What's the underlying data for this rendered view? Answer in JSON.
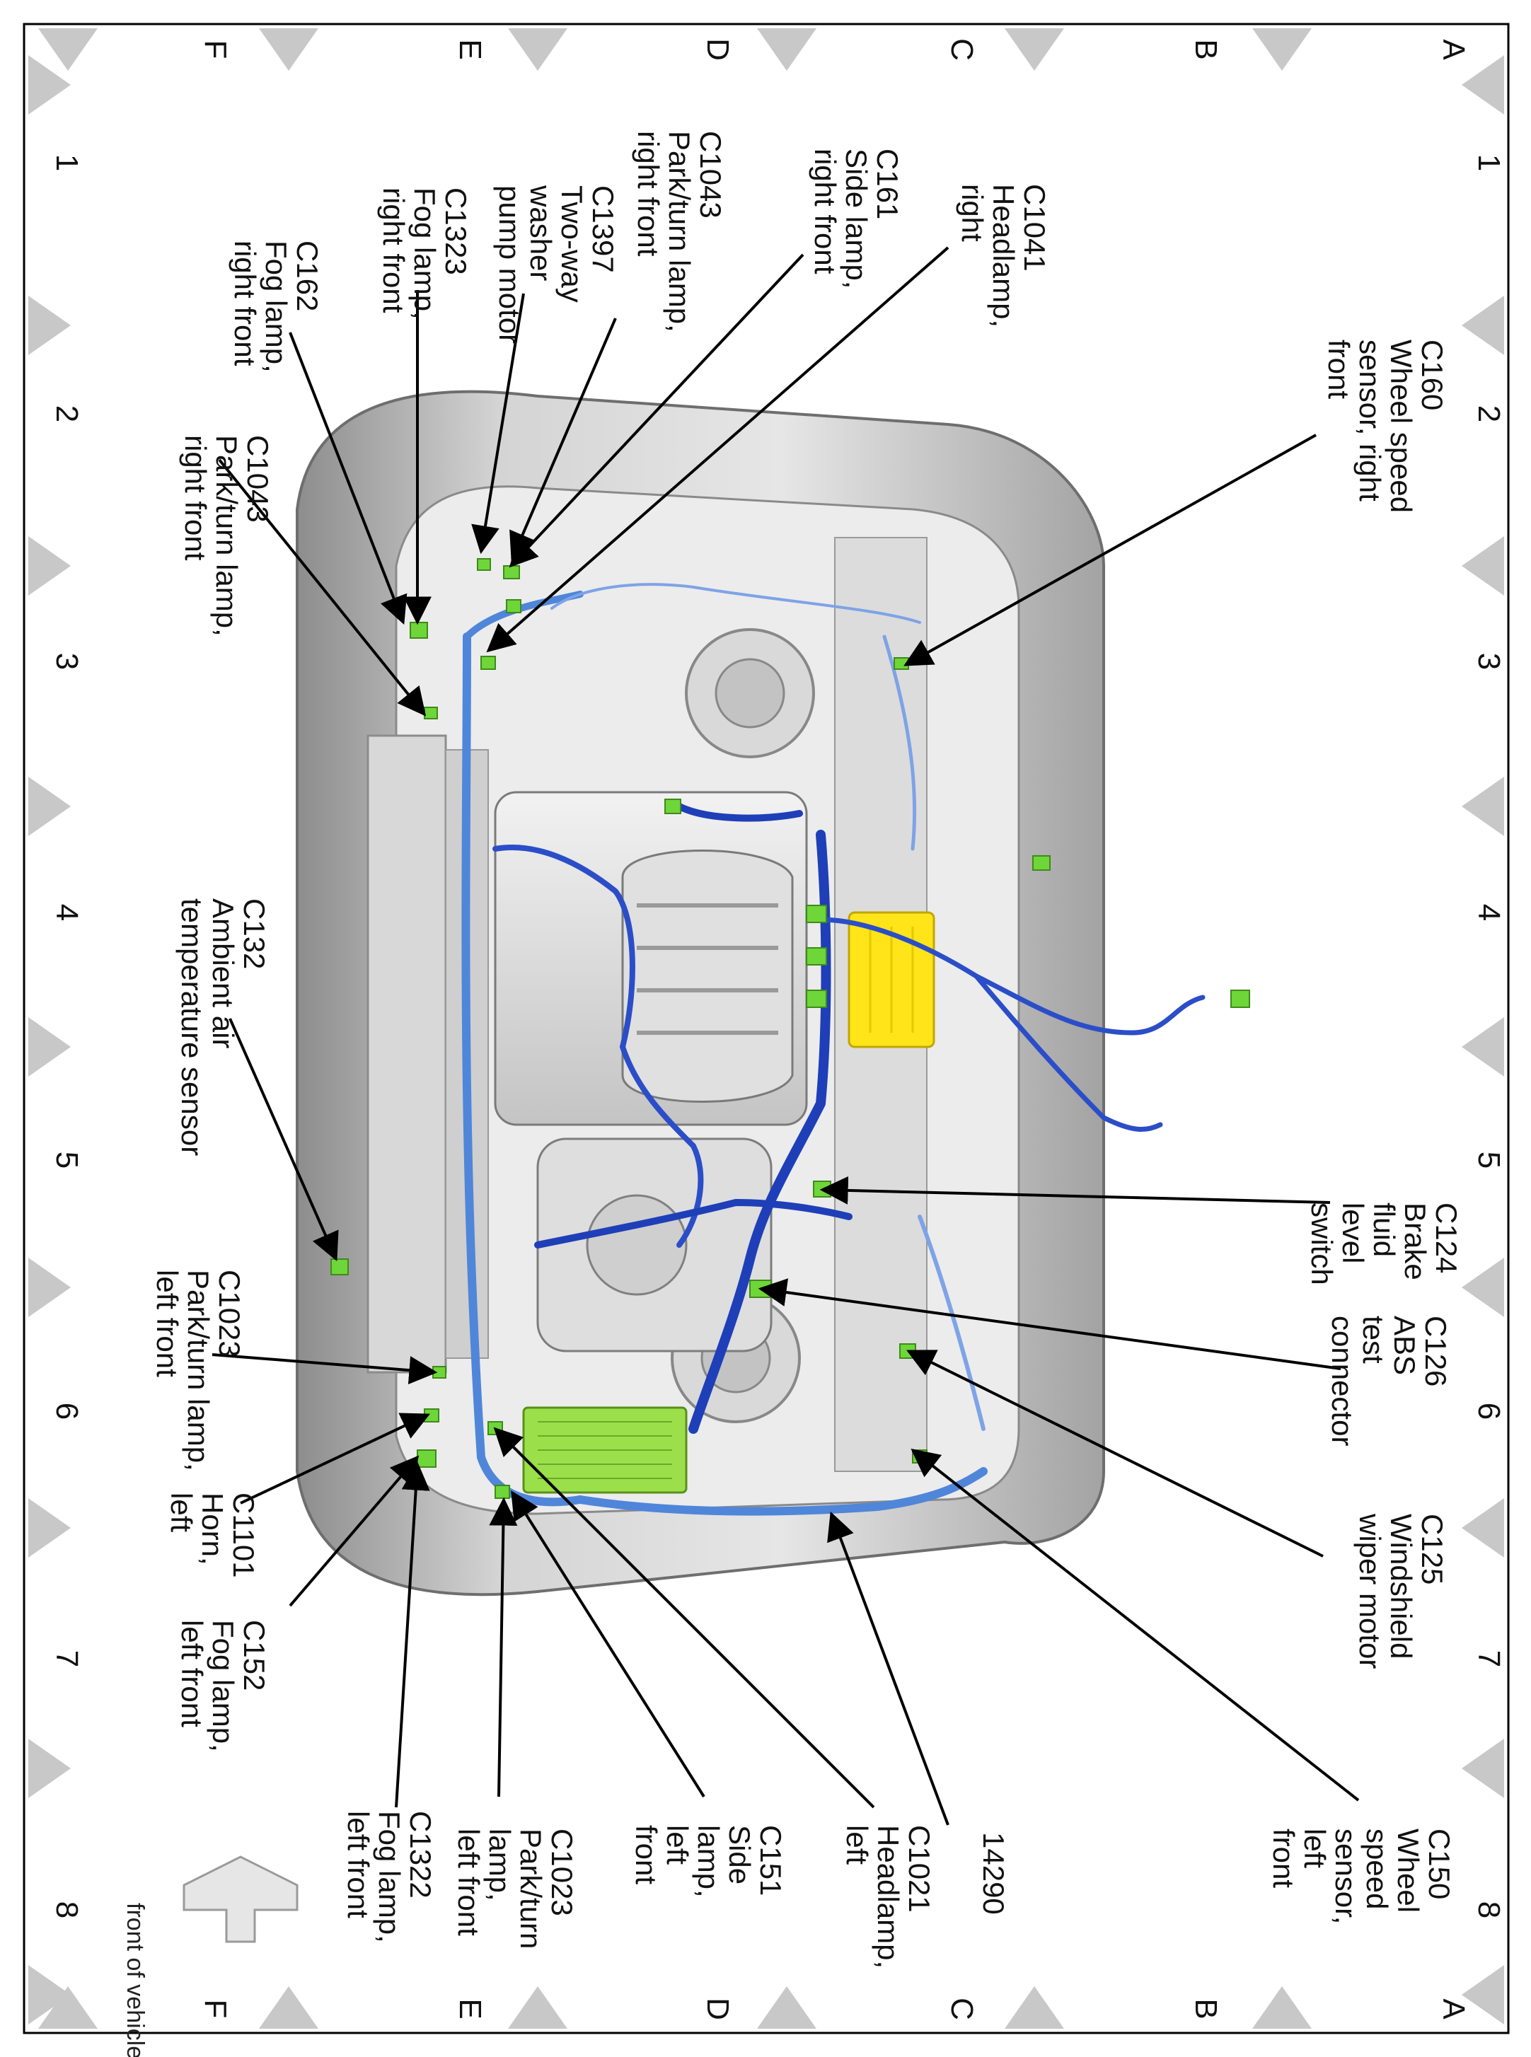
{
  "grid": {
    "columns": [
      "1",
      "2",
      "3",
      "4",
      "5",
      "6",
      "7",
      "8"
    ],
    "rows": [
      "A",
      "B",
      "C",
      "D",
      "E",
      "F"
    ]
  },
  "colors": {
    "harness_dark": "#1f3fb8",
    "harness_light": "#4f86d9",
    "harness_pale": "#7ea3e6",
    "connector_green": "#6ed639",
    "fuse_box_green": "#9be04a",
    "battery_yellow": "#ffe419",
    "marker_grey": "#c8c8c8"
  },
  "orientation": {
    "label": "front of vehicle",
    "icon": "arrow-left-icon"
  },
  "callouts": [
    {
      "id": "c160",
      "lines": [
        "C160",
        "Wheel speed",
        "sensor, right",
        "front"
      ]
    },
    {
      "id": "c1041",
      "lines": [
        "C1041",
        "Headlamp,",
        "right"
      ]
    },
    {
      "id": "c161",
      "lines": [
        "C161",
        "Side lamp,",
        "right front"
      ]
    },
    {
      "id": "c1043a",
      "lines": [
        "C1043",
        "Park/turn lamp,",
        "right front"
      ]
    },
    {
      "id": "c1397",
      "lines": [
        "C1397",
        "Two-way",
        "washer",
        "pump motor"
      ]
    },
    {
      "id": "c1323",
      "lines": [
        "C1323",
        "Fog lamp,",
        "right front"
      ]
    },
    {
      "id": "c162",
      "lines": [
        "C162",
        "Fog lamp,",
        "right front"
      ]
    },
    {
      "id": "c1043b",
      "lines": [
        "C1043",
        "Park/turn lamp,",
        "right front"
      ]
    },
    {
      "id": "c132",
      "lines": [
        "C132",
        "Ambient air",
        "temperature sensor"
      ]
    },
    {
      "id": "c1023a",
      "lines": [
        "C1023",
        "Park/turn lamp,",
        "left front"
      ]
    },
    {
      "id": "c1101",
      "lines": [
        "C1101",
        "Horn,",
        "left"
      ]
    },
    {
      "id": "c152",
      "lines": [
        "C152",
        "Fog lamp,",
        "left front"
      ]
    },
    {
      "id": "c1322",
      "lines": [
        "C1322",
        "Fog lamp,",
        "left front"
      ]
    },
    {
      "id": "c1023b",
      "lines": [
        "C1023",
        "Park/turn",
        "lamp,",
        "left front"
      ]
    },
    {
      "id": "c151",
      "lines": [
        "C151",
        "Side",
        "lamp,",
        "left",
        "front"
      ]
    },
    {
      "id": "c1021",
      "lines": [
        "C1021",
        "Headlamp,",
        "left"
      ]
    },
    {
      "id": "h14290",
      "lines": [
        "14290"
      ]
    },
    {
      "id": "c150",
      "lines": [
        "C150",
        "Wheel",
        "speed",
        "sensor,",
        "left",
        "front"
      ]
    },
    {
      "id": "c125",
      "lines": [
        "C125",
        "Windshield",
        "wiper motor"
      ]
    },
    {
      "id": "c126",
      "lines": [
        "C126",
        "ABS",
        "test",
        "connector"
      ]
    },
    {
      "id": "c124",
      "lines": [
        "C124",
        "Brake",
        "fluid",
        "level",
        "switch"
      ]
    }
  ]
}
